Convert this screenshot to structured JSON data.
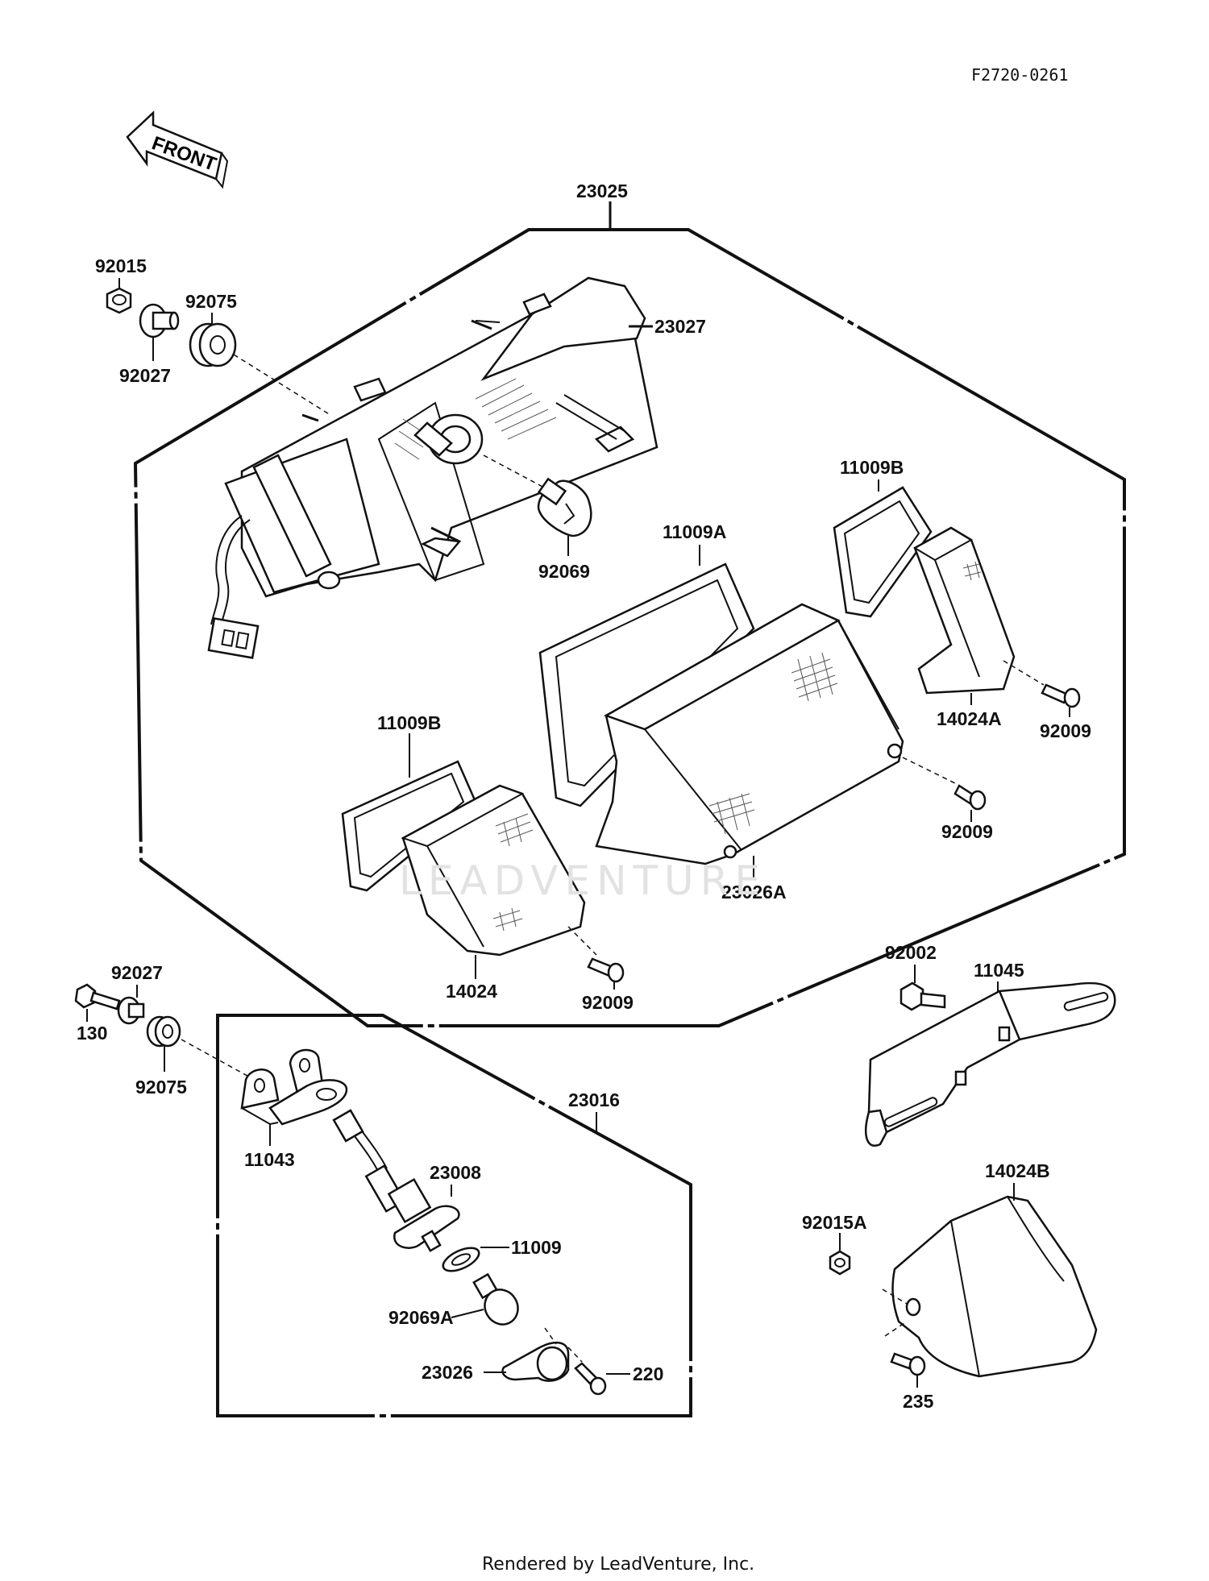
{
  "diagram_code": "F2720-0261",
  "front_label": "FRONT",
  "footer": "Rendered by LeadVenture, Inc.",
  "watermark": "LEADVENTURE",
  "parts": {
    "p23025": "23025",
    "p23027": "23027",
    "p92015": "92015",
    "p92075_top": "92075",
    "p92027_top": "92027",
    "p92069": "92069",
    "p11009A": "11009A",
    "p11009B_right": "11009B",
    "p11009B_left": "11009B",
    "p14024A": "14024A",
    "p92009_right": "92009",
    "p92009_mid": "92009",
    "p23026A": "23026A",
    "p14024": "14024",
    "p92009_bottom": "92009",
    "p92027_bottom": "92027",
    "p130": "130",
    "p92075_bottom": "92075",
    "p11043": "11043",
    "p23016": "23016",
    "p23008": "23008",
    "p11009": "11009",
    "p92069A": "92069A",
    "p23026": "23026",
    "p220": "220",
    "p92002": "92002",
    "p11045": "11045",
    "p14024B": "14024B",
    "p92015A": "92015A",
    "p235": "235"
  }
}
